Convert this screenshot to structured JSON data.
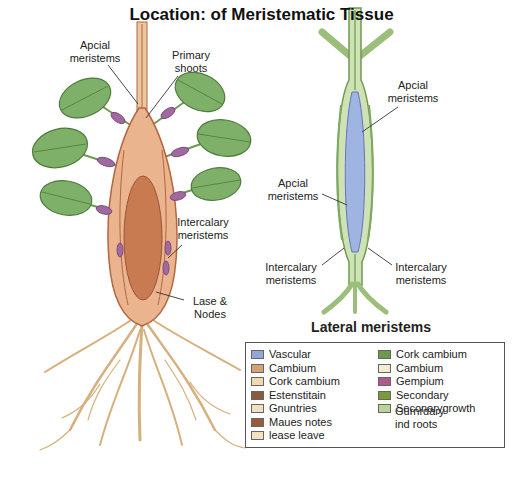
{
  "diagram": {
    "title": "Location: of Meristematic Tissue",
    "labels": [
      "Apcial meristems",
      "Primary shoots",
      "Intercalary meristems",
      "Lase & Nodes",
      "Apcial meristems",
      "Apcial meristems",
      "Intercalary meristems",
      "Intercalary meristems",
      "Lateral meristems",
      "Gurnrdary ind roots"
    ],
    "legend": [
      {
        "text": "Vascular",
        "color": "#8fa8d8"
      },
      {
        "text": "Cambium",
        "color": "#d4a373"
      },
      {
        "text": "Cork cambium",
        "color": "#f0d9b0"
      },
      {
        "text": "Estenstitain",
        "color": "#8b5a3c"
      },
      {
        "text": "Gnuntries",
        "color": "#f2dfbf"
      },
      {
        "text": "Maues notes",
        "color": "#9a5b3a"
      },
      {
        "text": "lease leave",
        "color": "#f3e2c0"
      },
      {
        "text": "Cork cambium",
        "color": "#6a9a4a"
      },
      {
        "text": "Cambium",
        "color": "#f2edd0"
      },
      {
        "text": "Gempium",
        "color": "#b05a8a"
      },
      {
        "text": "Secondary",
        "color": "#7a9a3a"
      },
      {
        "text": "Seconarygrowth",
        "color": "#b8d49a"
      }
    ]
  }
}
